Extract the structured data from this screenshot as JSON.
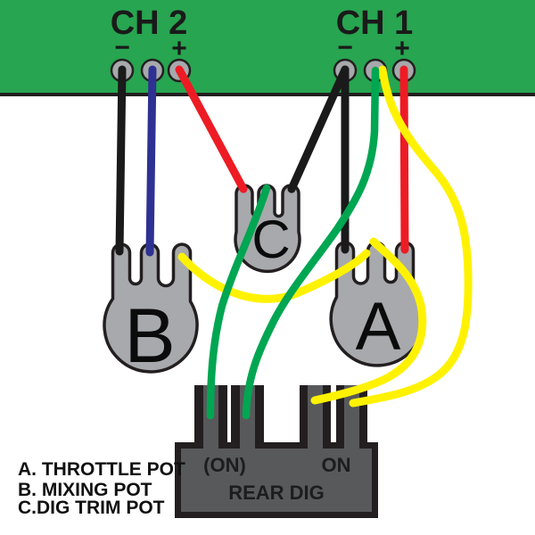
{
  "board": {
    "ch2": {
      "label": "CH 2",
      "minus": "−",
      "plus": "+"
    },
    "ch1": {
      "label": "CH 1",
      "minus": "−",
      "plus": "+"
    }
  },
  "pots": {
    "a_label": "A",
    "b_label": "B",
    "c_label": "C"
  },
  "rear_switch": {
    "left_position": "(ON)",
    "right_position": "ON",
    "name": "REAR DIG"
  },
  "legend": {
    "a": "A. THROTTLE POT",
    "b": "B. MIXING POT",
    "c": "C.DIG TRIM POT"
  },
  "colors": {
    "board_green": "#27a550",
    "board_border": "#231f20",
    "pot_gray": "#a7a9ac",
    "terminal_gray": "#a7a9ac",
    "switch_body_gray": "#58595b",
    "switch_outline": "#231f20",
    "wire_black": "#1a1a1a",
    "wire_blue": "#2e3192",
    "wire_red": "#ed1c24",
    "wire_green": "#00a651",
    "wire_yellow": "#fff200"
  },
  "wires": [
    {
      "id": "ch2-neg-to-pot-b-left",
      "color": "black"
    },
    {
      "id": "ch2-mid-to-pot-b-middle",
      "color": "blue"
    },
    {
      "id": "ch2-pos-to-pot-c-left",
      "color": "red"
    },
    {
      "id": "ch1-neg-to-pot-c-right",
      "color": "black"
    },
    {
      "id": "ch1-neg-to-pot-a-left",
      "color": "black"
    },
    {
      "id": "ch1-pos-to-pot-a-right",
      "color": "red"
    },
    {
      "id": "pot-b-right-to-pot-a-middle",
      "color": "yellow"
    },
    {
      "id": "pot-a-middle-to-switch-pin3",
      "color": "yellow"
    },
    {
      "id": "ch1-mid-to-switch-pin4",
      "color": "yellow"
    },
    {
      "id": "pot-c-middle-to-switch-pin1",
      "color": "green"
    },
    {
      "id": "ch1-mid-to-switch-pin2",
      "color": "green"
    }
  ]
}
